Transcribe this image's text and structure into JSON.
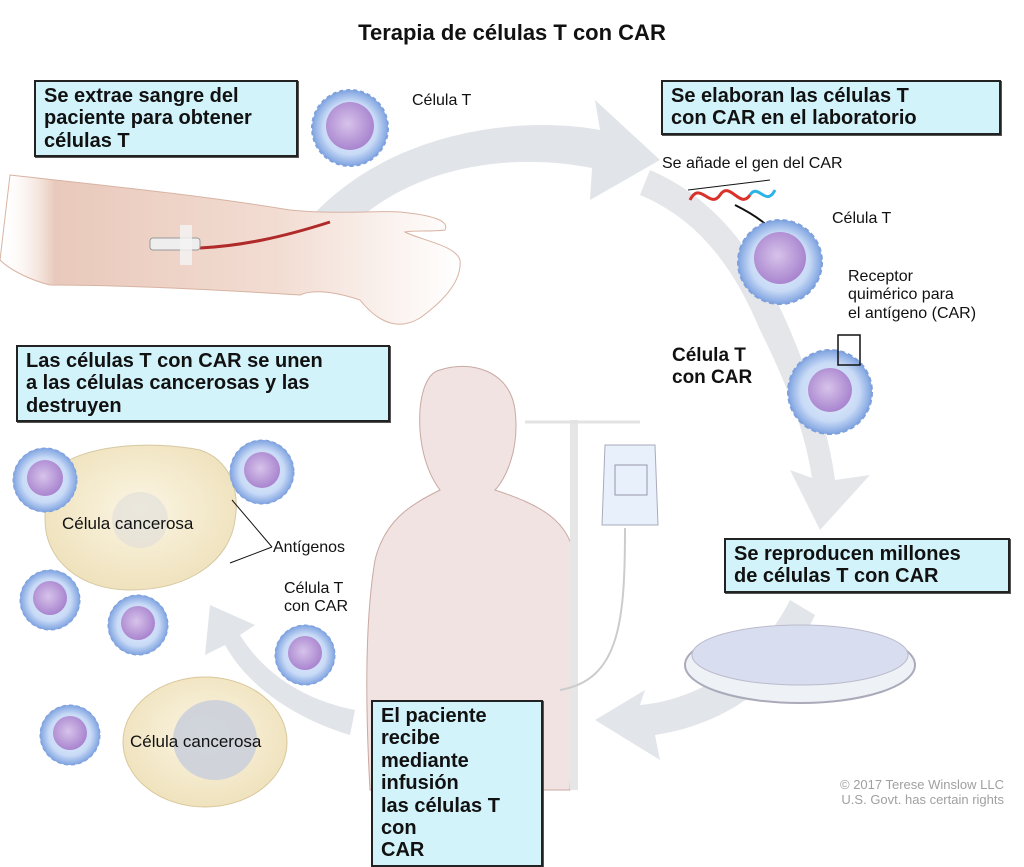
{
  "title": "Terapia de células T con CAR",
  "steps": [
    {
      "id": "extract",
      "lines": [
        "Se extrae sangre del",
        "paciente para obtener",
        "células T"
      ]
    },
    {
      "id": "lab",
      "lines": [
        "Se elaboran las células T",
        "con CAR en el laboratorio"
      ]
    },
    {
      "id": "grow",
      "lines": [
        "Se reproducen millones",
        "de células T con CAR"
      ]
    },
    {
      "id": "infuse",
      "lines": [
        "El paciente recibe",
        "mediante infusión",
        "las células T con",
        "CAR"
      ]
    },
    {
      "id": "attack",
      "lines": [
        "Las células T con CAR se unen",
        "a las células cancerosas y las",
        "destruyen"
      ]
    }
  ],
  "labels": {
    "t_cell_top": "Célula T",
    "gene_added": "Se añade el gen del CAR",
    "t_cell_lab": "Célula T",
    "receptor": [
      "Receptor",
      "quimérico para",
      "el antígeno (CAR)"
    ],
    "car_t_bold": [
      "Célula T",
      "con CAR"
    ],
    "cancer_cell_1": "Célula cancerosa",
    "antigens": "Antígenos",
    "car_t_small": [
      "Célula T",
      "con CAR"
    ],
    "cancer_cell_2": "Célula cancerosa"
  },
  "copyright": [
    "© 2017 Terese Winslow LLC",
    "U.S. Govt. has certain rights"
  ],
  "colors": {
    "box_fill": "#d3f3fa",
    "arrow": "#dfe2e6",
    "skin": "#f2e4e2",
    "tcell": "#b9cdf0",
    "nucleus": "#b79ad6",
    "cancer": "#f7efd6",
    "car_red": "#d8322a",
    "car_blue": "#2ab3e6",
    "antigen": "#3aa83a"
  }
}
